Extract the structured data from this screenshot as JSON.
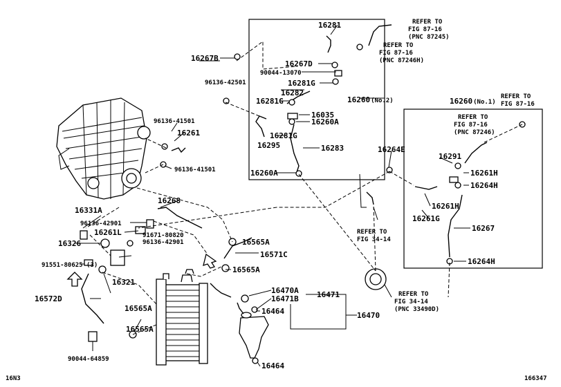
{
  "box_no2_part": "16260",
  "box_no2_tag": "(No.2)",
  "box_no1_part": "16260",
  "box_no1_tag": "(No.1)",
  "labels": [
    {
      "id": "l-16281",
      "text": "16281"
    },
    {
      "id": "l-16267b",
      "text": "16267B"
    },
    {
      "id": "l-16267d",
      "text": "16267D"
    },
    {
      "id": "l-90044-13070",
      "text": "90044-13070"
    },
    {
      "id": "l-96136-42501",
      "text": "96136-42501"
    },
    {
      "id": "l-16281g-a",
      "text": "16281G"
    },
    {
      "id": "l-16282",
      "text": "16282"
    },
    {
      "id": "l-16281g-b",
      "text": "16281G"
    },
    {
      "id": "l-16035",
      "text": "16035"
    },
    {
      "id": "l-16260a-a",
      "text": "16260A"
    },
    {
      "id": "l-16281g-c",
      "text": "16281G"
    },
    {
      "id": "l-16295",
      "text": "16295"
    },
    {
      "id": "l-16283",
      "text": "16283"
    },
    {
      "id": "l-16260a-b",
      "text": "16260A"
    },
    {
      "id": "l-96136-41501-a",
      "text": "96136-41501"
    },
    {
      "id": "l-16261",
      "text": "16261"
    },
    {
      "id": "l-96136-41501-b",
      "text": "96136-41501"
    },
    {
      "id": "l-16264e",
      "text": "16264E"
    },
    {
      "id": "l-16291",
      "text": "16291"
    },
    {
      "id": "l-16261h-a",
      "text": "16261H"
    },
    {
      "id": "l-16264h-a",
      "text": "16264H"
    },
    {
      "id": "l-16261h-b",
      "text": "16261H"
    },
    {
      "id": "l-16261g",
      "text": "16261G"
    },
    {
      "id": "l-16267",
      "text": "16267"
    },
    {
      "id": "l-16264h-b",
      "text": "16264H"
    },
    {
      "id": "l-16268",
      "text": "16268"
    },
    {
      "id": "l-16331a",
      "text": "16331A"
    },
    {
      "id": "l-96136-42901-a",
      "text": "96136-42901"
    },
    {
      "id": "l-16261l",
      "text": "16261L"
    },
    {
      "id": "l-16326",
      "text": "16326"
    },
    {
      "id": "l-16565a-a",
      "text": "16565A"
    },
    {
      "id": "l-91671-80820",
      "text": "91671-80820"
    },
    {
      "id": "l-96136-42901-b",
      "text": "96136-42901"
    },
    {
      "id": "l-16571c",
      "text": "16571C"
    },
    {
      "id": "l-91551-80625",
      "text": "91551-80625 (3)"
    },
    {
      "id": "l-16565a-b",
      "text": "16565A"
    },
    {
      "id": "l-16321",
      "text": "16321"
    },
    {
      "id": "l-16572d",
      "text": "16572D"
    },
    {
      "id": "l-16565a-c",
      "text": "16565A"
    },
    {
      "id": "l-16470a",
      "text": "16470A"
    },
    {
      "id": "l-16471b",
      "text": "16471B"
    },
    {
      "id": "l-16471",
      "text": "16471"
    },
    {
      "id": "l-16464-a",
      "text": "16464"
    },
    {
      "id": "l-16470",
      "text": "16470"
    },
    {
      "id": "l-16565a-d",
      "text": "16565A"
    },
    {
      "id": "l-90044-64859",
      "text": "90044-64859"
    },
    {
      "id": "l-16464-b",
      "text": "16464"
    }
  ],
  "refs": {
    "r1": [
      "REFER TO",
      "FIG 87-16",
      "(PNC 87245)"
    ],
    "r2": [
      "REFER TO",
      "FIG 87-16",
      "(PNC 87246H)"
    ],
    "r3": [
      "REFER TO",
      "FIG 87-16"
    ],
    "r4": [
      "REFER TO",
      "FIG 87-16",
      "(PNC 87246)"
    ],
    "r5": [
      "REFER TO",
      "FIG 34-14"
    ],
    "r6": [
      "REFER TO",
      "FIG 34-14",
      "(PNC 33490D)"
    ]
  },
  "footer": {
    "left": "16N3",
    "right": "166347"
  }
}
